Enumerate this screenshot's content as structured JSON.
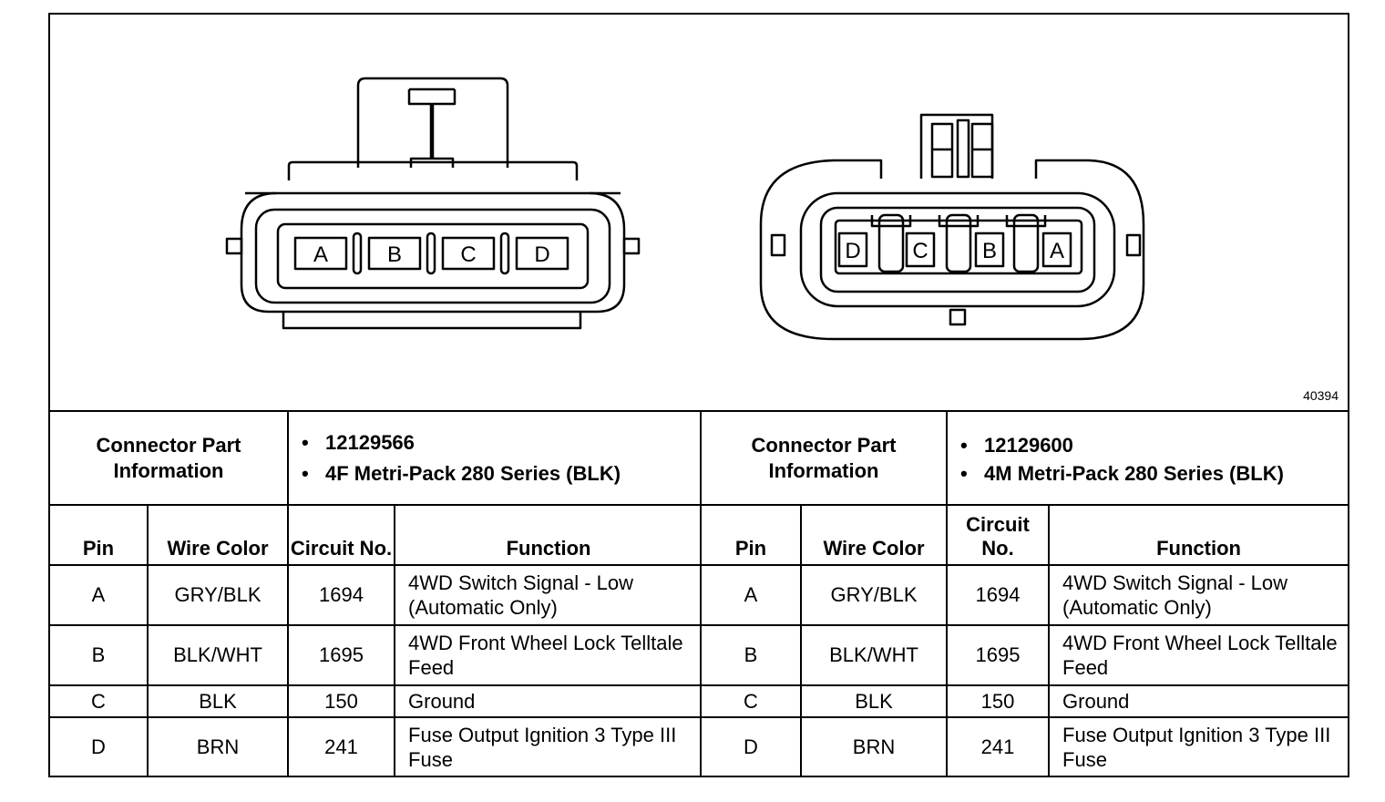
{
  "figure_id": "40394",
  "left_connector": {
    "pins": [
      "A",
      "B",
      "C",
      "D"
    ],
    "part_info_label": "Connector Part Information",
    "part_info": [
      "12129566",
      "4F Metri-Pack 280 Series (BLK)"
    ]
  },
  "right_connector": {
    "pins": [
      "D",
      "C",
      "B",
      "A"
    ],
    "part_info_label": "Connector Part Information",
    "part_info": [
      "12129600",
      "4M Metri-Pack 280 Series (BLK)"
    ]
  },
  "headers": {
    "pin": "Pin",
    "wire_color": "Wire Color",
    "circuit": "Circuit No.",
    "function": "Function"
  },
  "rows": [
    {
      "pin": "A",
      "wire_color": "GRY/BLK",
      "circuit": "1694",
      "function": "4WD Switch Signal - Low (Automatic Only)"
    },
    {
      "pin": "B",
      "wire_color": "BLK/WHT",
      "circuit": "1695",
      "function": "4WD Front Wheel Lock Telltale Feed"
    },
    {
      "pin": "C",
      "wire_color": "BLK",
      "circuit": "150",
      "function": "Ground"
    },
    {
      "pin": "D",
      "wire_color": "BRN",
      "circuit": "241",
      "function": "Fuse Output Ignition 3 Type III Fuse"
    }
  ]
}
